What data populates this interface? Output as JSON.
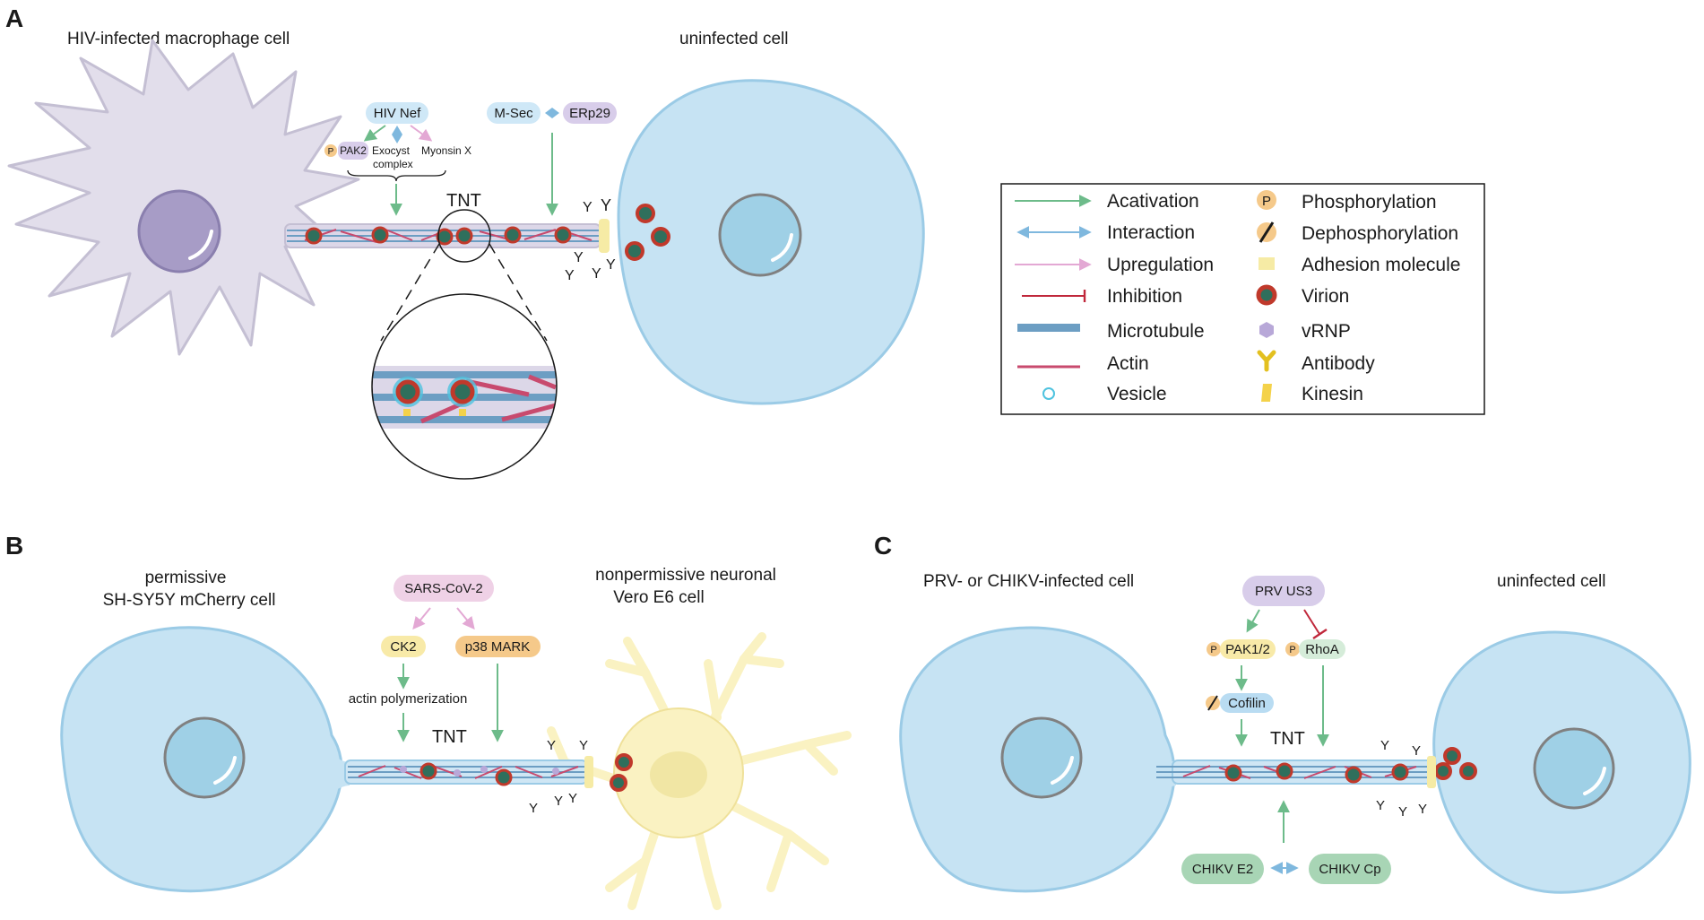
{
  "colors": {
    "activation": "#6dbb8a",
    "interaction": "#7fb8de",
    "upregulation": "#e3a8d4",
    "inhibition": "#c0283b",
    "microtubule": "#6c9ec3",
    "actin": "#c84a6e",
    "vesicle": "#4fc3df",
    "phospho": "#f2b06a",
    "adhesion": "#f6eba5",
    "virion_outer": "#c0392b",
    "virion_core": "#2f6f5c",
    "vrnp": "#b8a8d8",
    "antibody": "#e3c020",
    "kinesin": "#f4d24a",
    "cell_blue": "#c6e3f3",
    "cell_blue_edge": "#9bcbe6",
    "nucleus_blue": "#9fd0e6",
    "macrophage": "#e2deeb",
    "macrophage_edge": "#c4bfd3",
    "macrophage_nucleus": "#a79cc6",
    "neuron": "#faf2c2",
    "neuron_edge": "#efe19a",
    "pill_blue": "#cfe8f7",
    "pill_purple": "#d8cdea",
    "pill_pink": "#efd1e6",
    "pill_yellow": "#f8eaa8",
    "pill_orange": "#f5c98a",
    "pill_green": "#a8d5b5",
    "pill_green_light": "#d5ecd9",
    "pill_sky": "#b9dcf2"
  },
  "panel_a": {
    "letter": "A",
    "left_cell_label": "HIV-infected macrophage cell",
    "right_cell_label": "uninfected cell",
    "hiv_nef": "HIV Nef",
    "p_label": "P",
    "pak2": "PAK2",
    "exocyst_line1": "Exocyst",
    "exocyst_line2": "complex",
    "myosin": "Myonsin X",
    "msec": "M-Sec",
    "erp29": "ERp29",
    "tnt": "TNT"
  },
  "panel_b": {
    "letter": "B",
    "left_cell_line1": "permissive",
    "left_cell_line2": "SH-SY5Y mCherry cell",
    "right_cell_line1": "nonpermissive neuronal",
    "right_cell_line2": "Vero E6 cell",
    "virus": "SARS-CoV-2",
    "ck2": "CK2",
    "p38": "p38 MARK",
    "actin_poly": "actin polymerization",
    "tnt": "TNT"
  },
  "panel_c": {
    "letter": "C",
    "left_cell_label": "PRV- or CHIKV-infected cell",
    "right_cell_label": "uninfected cell",
    "prv_us3": "PRV US3",
    "p_label": "P",
    "pak12": "PAK1/2",
    "rhoa": "RhoA",
    "cofilin": "Cofilin",
    "tnt": "TNT",
    "chikv_e2": "CHIKV E2",
    "chikv_cp": "CHIKV Cp"
  },
  "legend": {
    "left": [
      "Acativation",
      "Interaction",
      "Upregulation",
      "Inhibition",
      "Microtubule",
      "Actin",
      "Vesicle"
    ],
    "right": [
      "Phosphorylation",
      "Dephosphorylation",
      "Adhesion molecule",
      "Virion",
      "vRNP",
      "Antibody",
      "Kinesin"
    ],
    "p_symbol": "P"
  }
}
